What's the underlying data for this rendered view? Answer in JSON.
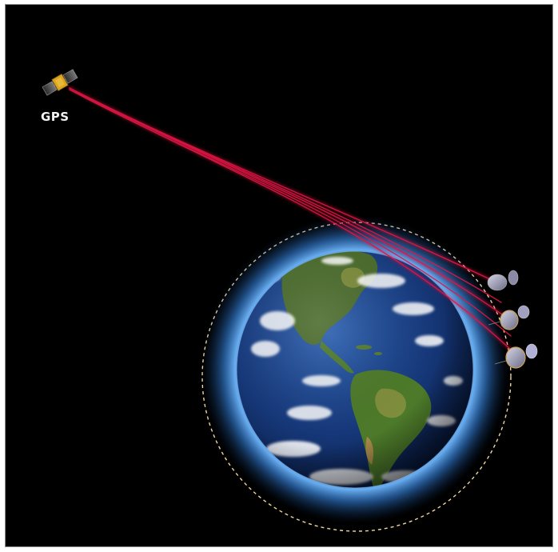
{
  "gps_satellite": {
    "label": "GPS",
    "icon": "gps-satellite-icon"
  },
  "earth": {
    "icon": "earth-globe-icon",
    "atmosphere_color": "#3d8fd6",
    "ocean_color": "#1b3f8a",
    "land_color": "#3f6b2a"
  },
  "orbit": {
    "style": "dashed",
    "color": "#f0d7a0"
  },
  "receiver_satellites": {
    "count": 3,
    "icon": "leo-satellite-icon"
  },
  "signal": {
    "color": "#d0103a",
    "paths": 5
  },
  "background_color": "#000000"
}
